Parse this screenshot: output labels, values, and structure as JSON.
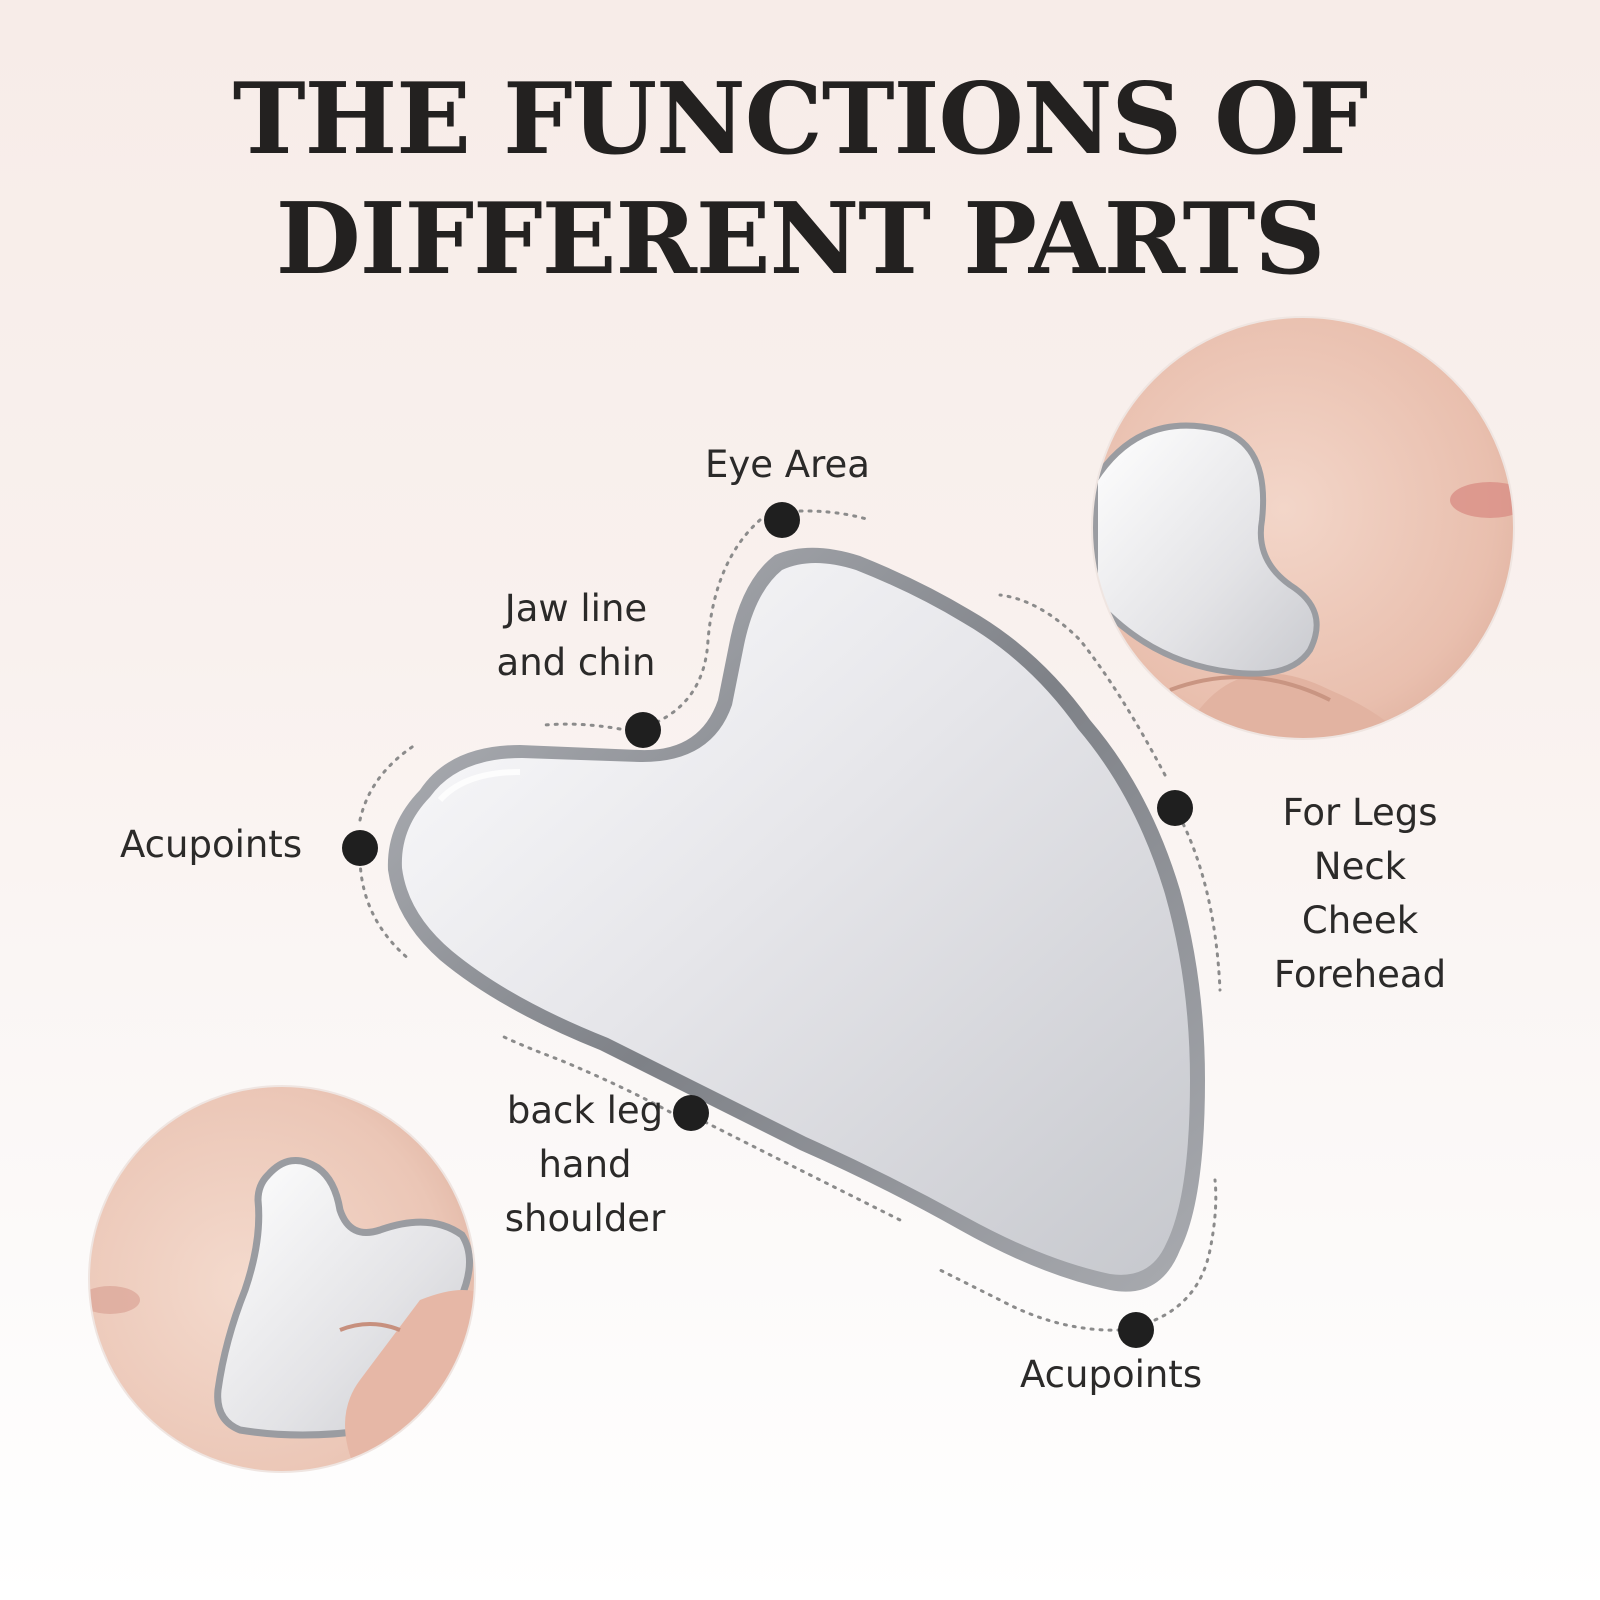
{
  "title": {
    "line1": "THE FUNCTIONS OF",
    "line2": "DIFFERENT PARTS"
  },
  "labels": {
    "eye_area": "Eye Area",
    "jaw_line_1": "Jaw line",
    "jaw_line_2": "and chin",
    "acupoints_left": "Acupoints",
    "right_list": [
      "For Legs",
      "Neck",
      "Cheek",
      "Forehead"
    ],
    "bottom_list": [
      "back leg",
      "hand",
      "shoulder"
    ],
    "acupoints_bottom": "Acupoints"
  },
  "colors": {
    "title": "#232120",
    "text": "#2b2a29",
    "dot": "#1f1f1f",
    "steel_light": "#f4f4f6",
    "steel_dark": "#8d9096",
    "skin": "#e8bfae"
  },
  "images": {
    "main": "gua-sha-steel-tool",
    "top_right_photo": "cheek-gua-sha-photo",
    "bottom_left_photo": "face-gua-sha-photo"
  }
}
